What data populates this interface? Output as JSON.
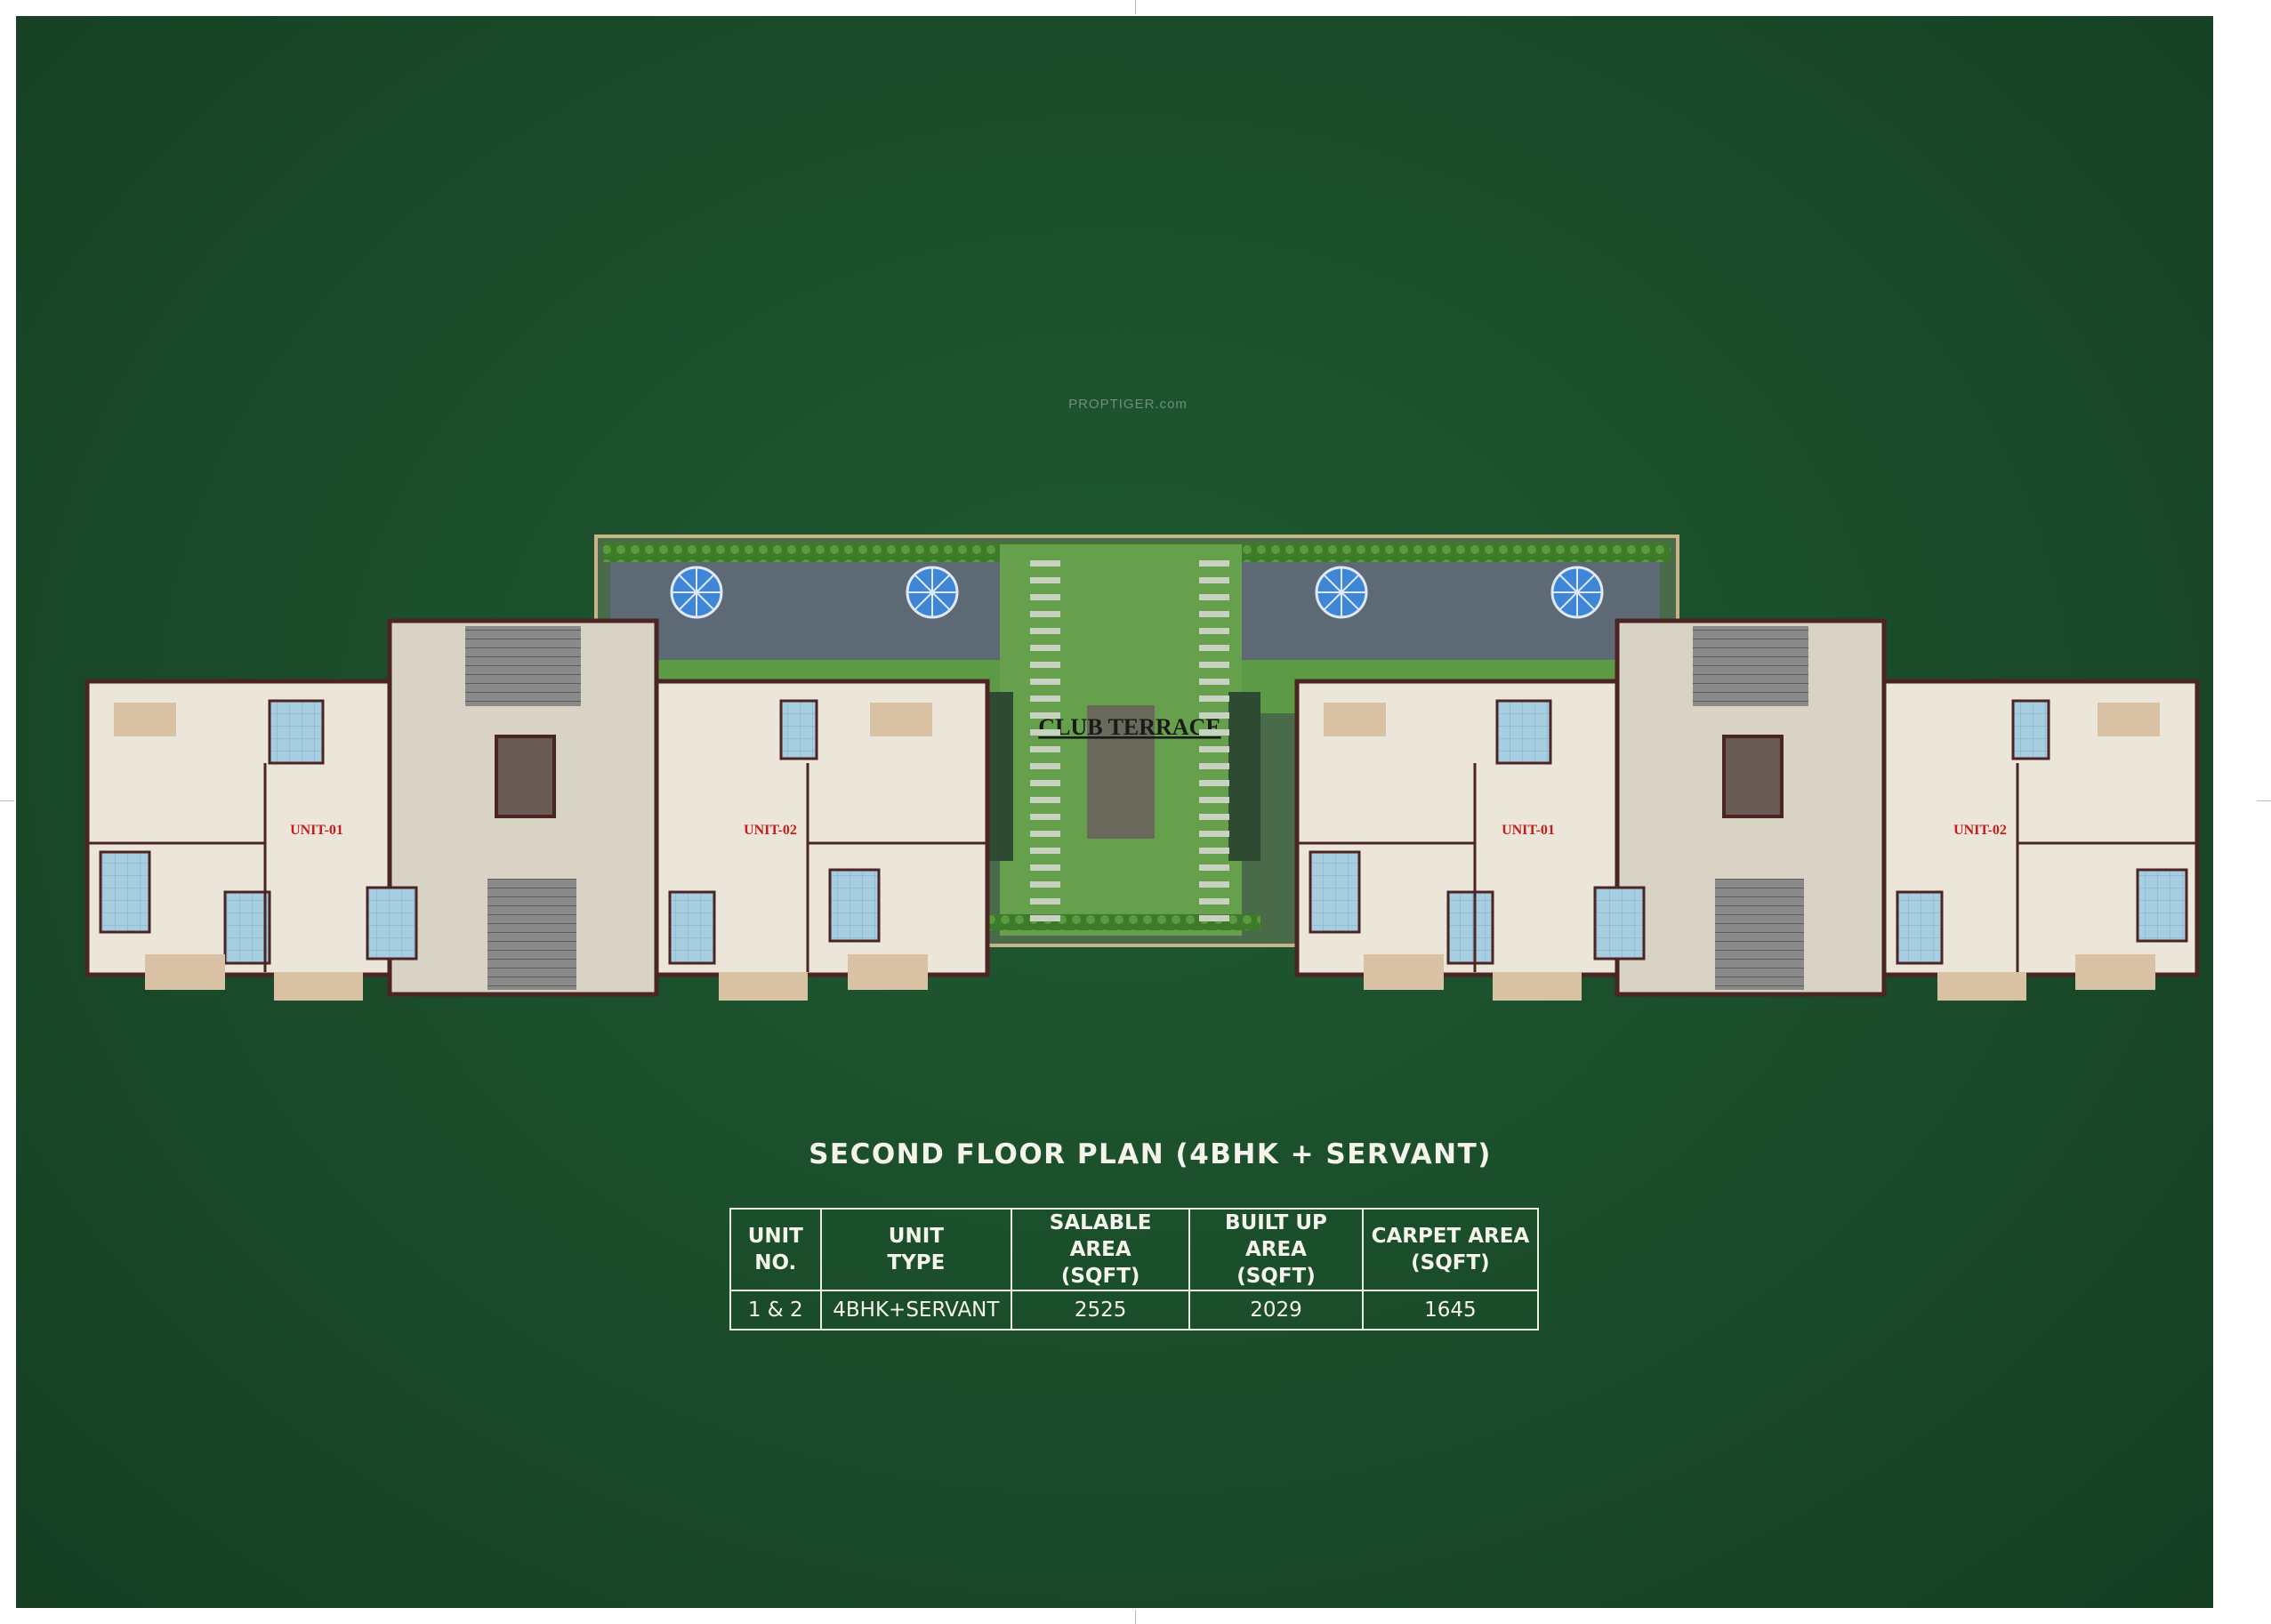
{
  "watermark": "PROPTIGER.com",
  "plan": {
    "title": "SECOND FLOOR PLAN (4BHK + SERVANT)",
    "terrace_label": "CLUB TERRACE",
    "unit_labels": [
      "UNIT-01",
      "UNIT-02",
      "UNIT-01",
      "UNIT-02"
    ]
  },
  "table": {
    "headers": [
      "UNIT\nNO.",
      "UNIT\nTYPE",
      "SALABLE AREA\n(SQFT)",
      "BUILT UP AREA\n(SQFT)",
      "CARPET AREA\n(SQFT)"
    ],
    "rows": [
      [
        "1 & 2",
        "4BHK+SERVANT",
        "2525",
        "2029",
        "1645"
      ]
    ]
  },
  "colors": {
    "background": "#1b4e2b",
    "room_floor": "#ece6da",
    "balcony": "#d9c2a4",
    "bath_tile": "#a7cde0",
    "wall": "#4b2424",
    "terrace_deck": "#5d6a76",
    "lawn": "#5c9a45",
    "umbrella": "#3f86d6",
    "unit_label": "#c61c1c"
  }
}
